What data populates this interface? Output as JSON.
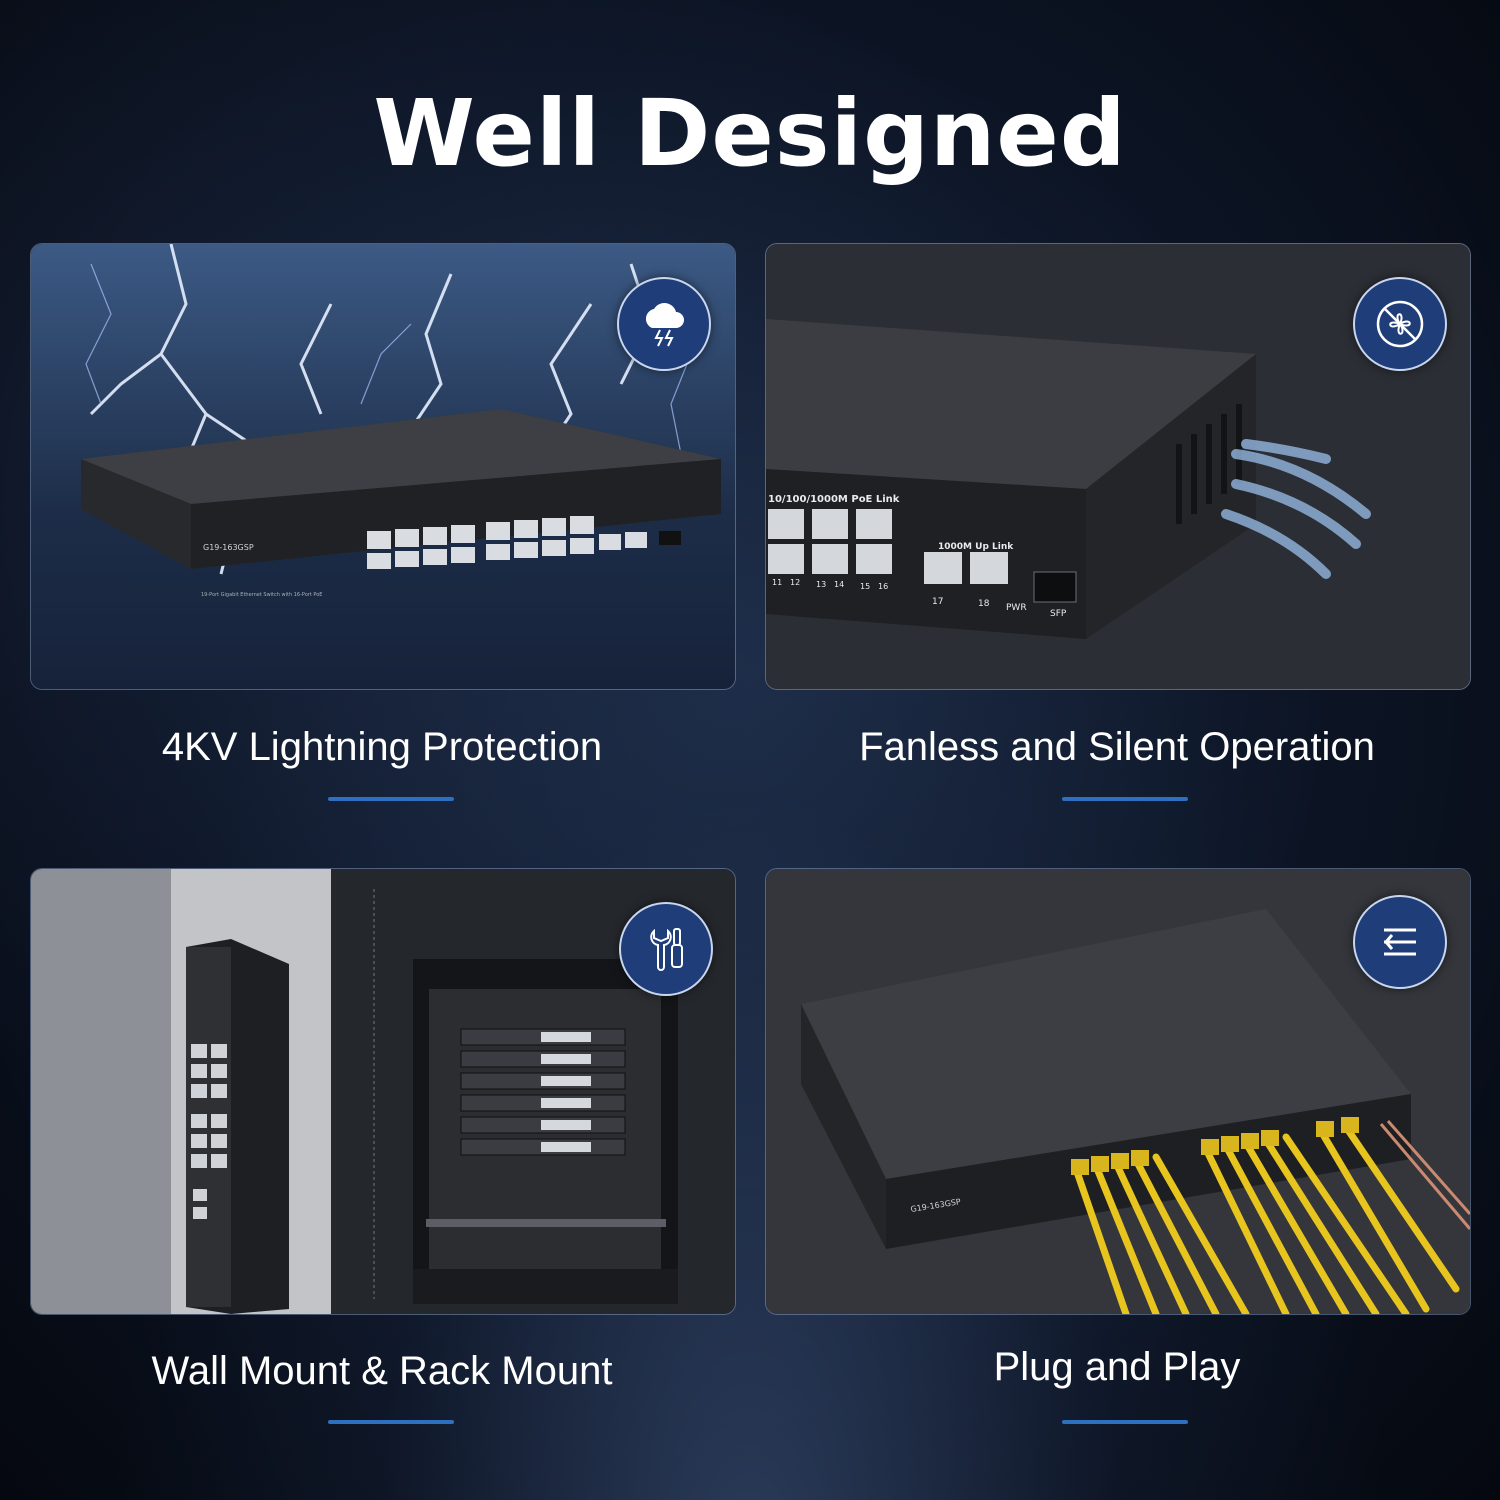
{
  "title": "Well Designed",
  "features": [
    {
      "caption": "4KV Lightning Protection",
      "icon": "thunderstorm-icon"
    },
    {
      "caption": "Fanless and Silent Operation",
      "icon": "no-fan-icon"
    },
    {
      "caption": "Wall Mount & Rack Mount",
      "icon": "wrench-screwdriver-icon"
    },
    {
      "caption": "Plug and Play",
      "icon": "arrow-left-icon"
    }
  ],
  "device": {
    "model": "G19-163GSP",
    "description": "19-Port Gigabit Ethernet Switch with 16-Port PoE",
    "poe_group_label": "10/100/1000M PoE Link",
    "uplink_label": "1000M Up Link",
    "port_17": "17",
    "port_18": "18",
    "pwr_label": "PWR",
    "sfp_label": "SFP",
    "port_numbers": [
      "11",
      "12",
      "13",
      "14",
      "15",
      "16"
    ]
  },
  "colors": {
    "accent": "#2f6fc0",
    "badge": "#1f3d78",
    "cable_yellow": "#e8c51e"
  }
}
